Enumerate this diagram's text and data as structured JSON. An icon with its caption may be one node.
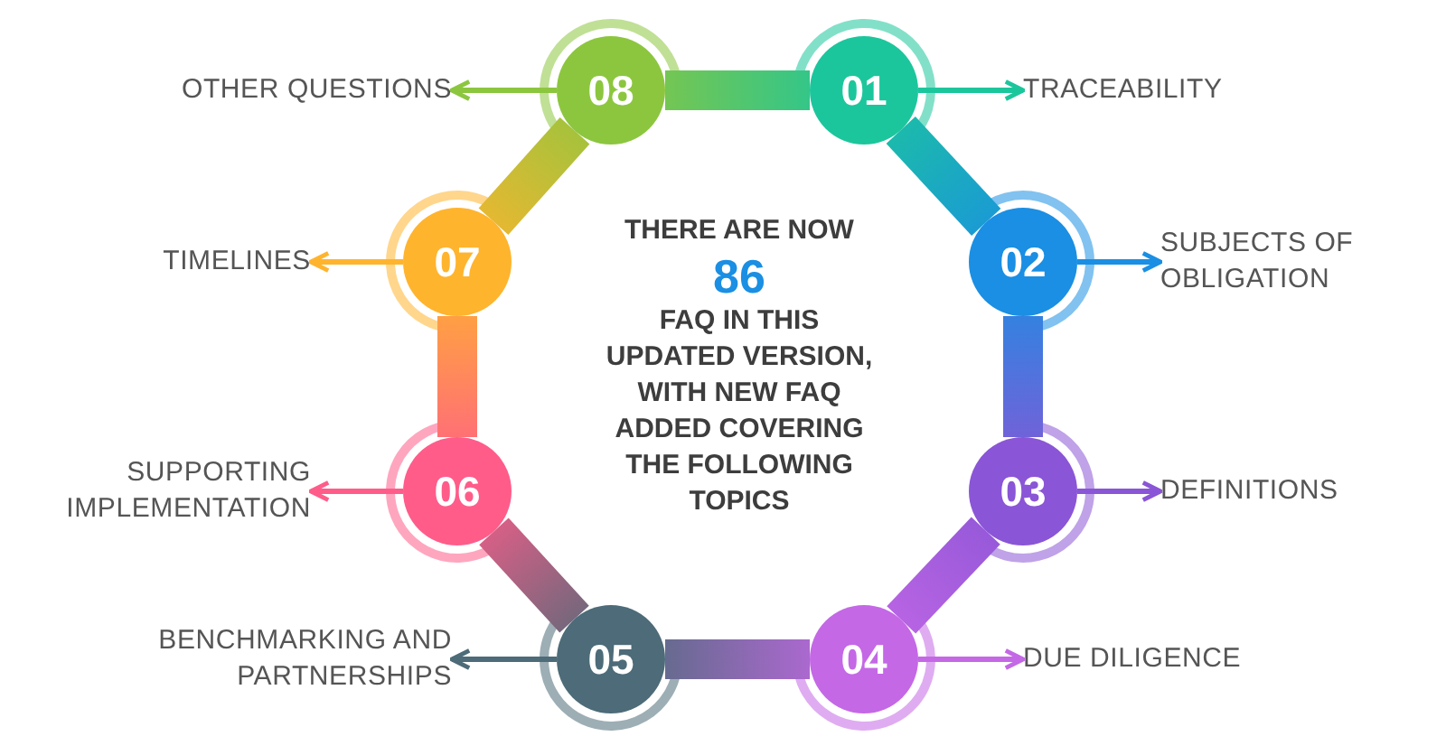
{
  "diagram": {
    "nodes": [
      {
        "text": [
          "THERE ARE NOW",
          "86",
          "FAQ IN THIS UPDATED VERSION, WITH NEW FAQ ADDED COVERING THE FOLLOWING TOPICS"
        ]
      },
      {
        "text": [
          "01"
        ]
      },
      {
        "text": [
          "02"
        ]
      },
      {
        "text": [
          "03"
        ]
      },
      {
        "text": [
          "04"
        ]
      },
      {
        "text": [
          "05"
        ]
      },
      {
        "text": [
          "06"
        ]
      },
      {
        "text": [
          "07"
        ]
      },
      {
        "text": [
          "08"
        ]
      },
      {
        "text": [
          "TRACEABILITY"
        ]
      },
      {
        "text": [
          "SUBJECTS OF OBLIGATION"
        ]
      },
      {
        "text": [
          "DEFINITIONS"
        ]
      },
      {
        "text": [
          "DUE DILIGENCE"
        ]
      },
      {
        "text": [
          "BENCHMARKING AND PARTNERSHIPS"
        ]
      },
      {
        "text": [
          "SUPPORTING IMPLEMENTATION"
        ]
      },
      {
        "text": [
          "TIMELINES"
        ]
      },
      {
        "text": [
          "OTHER QUESTIONS"
        ]
      }
    ],
    "edges": [
      {
        "from": 1,
        "to": 2,
        "arrow": "none",
        "style": "thick"
      },
      {
        "from": 2,
        "to": 3,
        "arrow": "none",
        "style": "thick"
      },
      {
        "from": 3,
        "to": 4,
        "arrow": "none",
        "style": "thick"
      },
      {
        "from": 4,
        "to": 5,
        "arrow": "none",
        "style": "thick"
      },
      {
        "from": 5,
        "to": 6,
        "arrow": "none",
        "style": "thick"
      },
      {
        "from": 6,
        "to": 7,
        "arrow": "none",
        "style": "thick"
      },
      {
        "from": 7,
        "to": 8,
        "arrow": "none",
        "style": "thick"
      },
      {
        "from": 8,
        "to": 1,
        "arrow": "none",
        "style": "thick"
      },
      {
        "from": 1,
        "to": 9,
        "arrow": "to",
        "color": "#1cc69c"
      },
      {
        "from": 2,
        "to": 10,
        "arrow": "to",
        "color": "#1a8fe3"
      },
      {
        "from": 3,
        "to": 11,
        "arrow": "to",
        "color": "#8a55d6"
      },
      {
        "from": 4,
        "to": 12,
        "arrow": "to",
        "color": "#c468e6"
      },
      {
        "from": 5,
        "to": 13,
        "arrow": "to",
        "color": "#4d6b78"
      },
      {
        "from": 6,
        "to": 14,
        "arrow": "to",
        "color": "#ff5c8a"
      },
      {
        "from": 7,
        "to": 15,
        "arrow": "to",
        "color": "#ffb42e"
      },
      {
        "from": 8,
        "to": 16,
        "arrow": "to",
        "color": "#8cc63f"
      }
    ]
  }
}
